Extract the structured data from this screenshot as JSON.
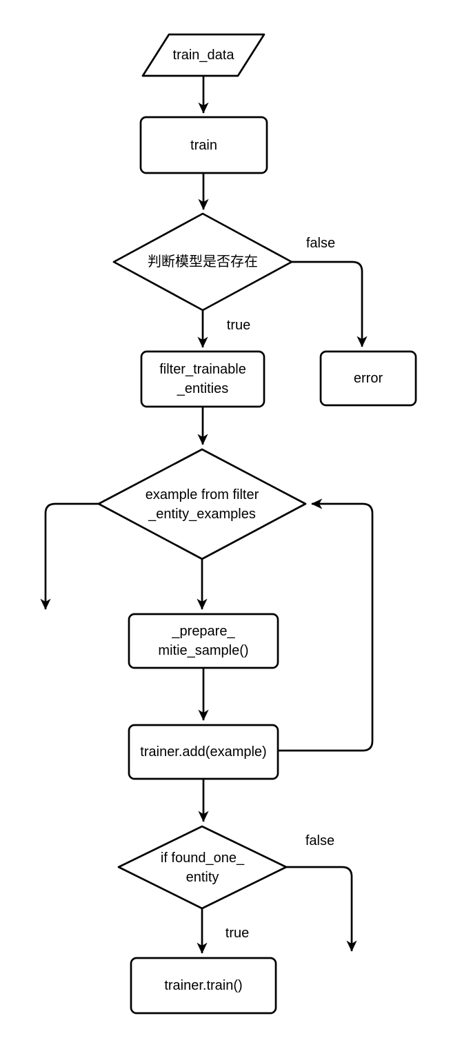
{
  "colors": {
    "stroke": "#000000",
    "canvas-bg": "#ffffff"
  },
  "diagram": {
    "type": "flowchart",
    "nodes": {
      "train_data": {
        "shape": "parallelogram",
        "label": "train_data"
      },
      "train": {
        "shape": "rounded-rect",
        "label": "train"
      },
      "model_check": {
        "shape": "diamond",
        "label": "判断模型是否存在"
      },
      "error": {
        "shape": "rounded-rect",
        "label": "error"
      },
      "filter_trainable_entities": {
        "shape": "rounded-rect",
        "label": "filter_trainable\n_entities"
      },
      "example_from_filter": {
        "shape": "diamond",
        "label": "example from filter\n_entity_examples"
      },
      "prepare_mitie_sample": {
        "shape": "rounded-rect",
        "label": "_prepare_\nmitie_sample()"
      },
      "trainer_add": {
        "shape": "rounded-rect",
        "label": "trainer.add(example)"
      },
      "if_found_one_entity": {
        "shape": "diamond",
        "label": "if found_one_\nentity"
      },
      "trainer_train": {
        "shape": "rounded-rect",
        "label": "trainer.train()"
      }
    },
    "edge_labels": {
      "model_check_false": "false",
      "model_check_true": "true",
      "found_one_false": "false",
      "found_one_true": "true"
    }
  }
}
